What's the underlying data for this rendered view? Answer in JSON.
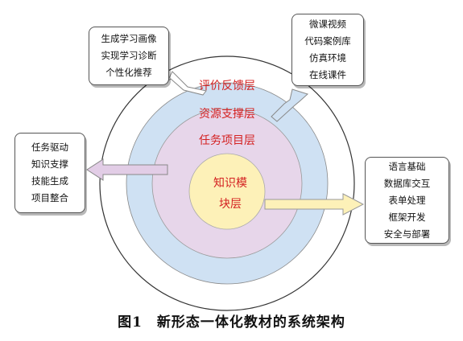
{
  "layers": [
    {
      "label": "评价反馈层",
      "fill": "#ffffff"
    },
    {
      "label": "资源支撑层",
      "fill": "#cfe1f3"
    },
    {
      "label": "任务项目层",
      "fill": "#e7d6ea"
    }
  ],
  "core": {
    "lines": [
      "知识模",
      "块层"
    ],
    "fill": "#fdf1b8"
  },
  "boxes": {
    "top_left": [
      "生成学习画像",
      "实现学习诊断",
      "个性化推荐"
    ],
    "top_right": [
      "微课视频",
      "代码案例库",
      "仿真环境",
      "在线课件"
    ],
    "left": [
      "任务驱动",
      "知识支撑",
      "技能生成",
      "项目整合"
    ],
    "right": [
      "语言基础",
      "数据库交互",
      "表单处理",
      "框架开发",
      "安全与部署"
    ]
  },
  "arrows": [
    {
      "target": "top_left",
      "fill": "#ffffff"
    },
    {
      "target": "top_right",
      "fill": "#cfe1f3"
    },
    {
      "target": "left",
      "fill": "#e2cde6"
    },
    {
      "target": "right",
      "fill": "#fdf1b8"
    }
  ],
  "caption": "图1　新形态一体化教材的系统架构",
  "colors": {
    "label_red": "#d42222",
    "ring_stroke": "#333333",
    "arrow_stroke": "#888888"
  }
}
